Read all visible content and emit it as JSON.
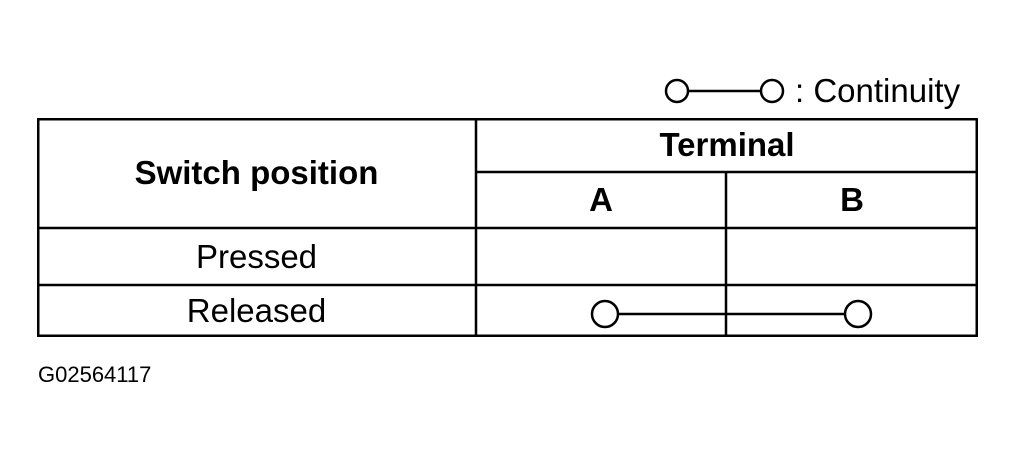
{
  "legend": {
    "symbol": "continuity-symbol-icon",
    "label": ": Continuity"
  },
  "table": {
    "header_switch_position": "Switch position",
    "header_terminal": "Terminal",
    "terminal_a": "A",
    "terminal_b": "B",
    "rows": [
      {
        "label": "Pressed",
        "continuity": false
      },
      {
        "label": "Released",
        "continuity": true
      }
    ]
  },
  "figure_code": "G02564117",
  "colors": {
    "line": "#000000",
    "background": "#ffffff"
  }
}
